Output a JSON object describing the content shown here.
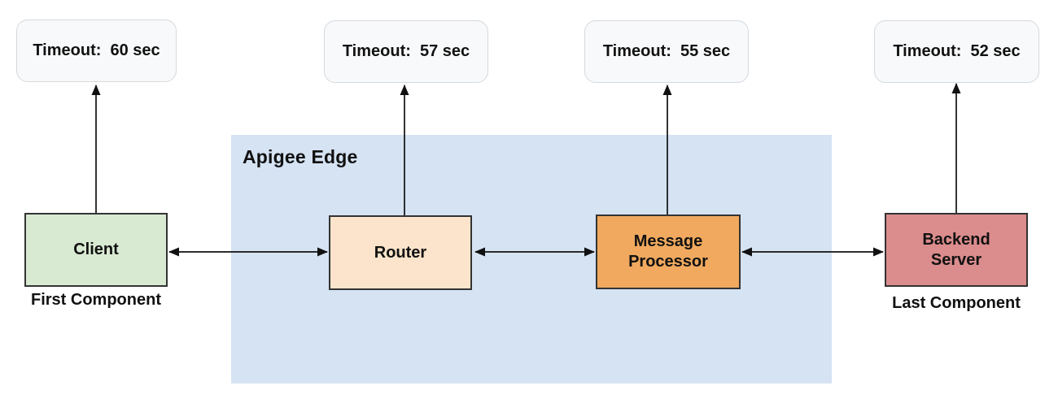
{
  "region": {
    "label": "Apigee Edge",
    "color": "#d5e3f3"
  },
  "timeouts": [
    {
      "label": "Timeout:  60 sec"
    },
    {
      "label": "Timeout:  57 sec"
    },
    {
      "label": "Timeout:  55 sec"
    },
    {
      "label": "Timeout:  52 sec"
    }
  ],
  "components": [
    {
      "label": "Client",
      "caption": "First Component",
      "color": "#d9ead3",
      "timeout_sec": 60
    },
    {
      "label": "Router",
      "color": "#fbe4cb",
      "timeout_sec": 57
    },
    {
      "label": "Message Processor",
      "color": "#f0a95e",
      "timeout_sec": 55
    },
    {
      "label": "Backend Server",
      "caption": "Last Component",
      "color": "#db8c8c",
      "timeout_sec": 52
    }
  ],
  "style_colors": {
    "box_border": "#333333",
    "arrow": "#111111",
    "timeout_fill": "#f8f9fa",
    "timeout_border": "#d5d9dd"
  }
}
